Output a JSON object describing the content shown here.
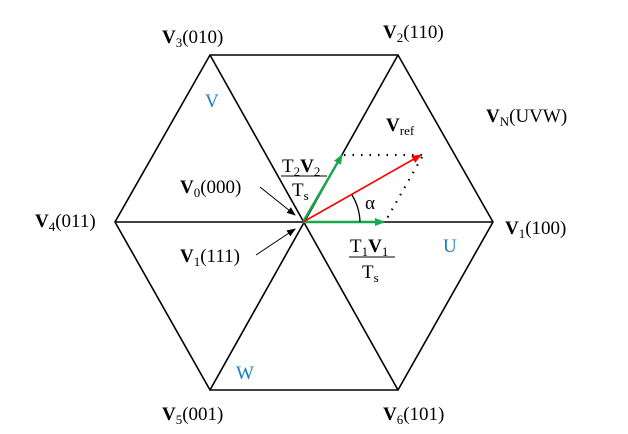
{
  "vertices": [
    {
      "v": "V",
      "sub": "1",
      "code": "(100)"
    },
    {
      "v": "V",
      "sub": "2",
      "code": "(110)"
    },
    {
      "v": "V",
      "sub": "3",
      "code": "(010)"
    },
    {
      "v": "V",
      "sub": "4",
      "code": "(011)"
    },
    {
      "v": "V",
      "sub": "5",
      "code": "(001)"
    },
    {
      "v": "V",
      "sub": "6",
      "code": "(101)"
    }
  ],
  "vn": {
    "v": "V",
    "sub": "N",
    "code": "(UVW)"
  },
  "zero": [
    {
      "v": "V",
      "sub": "0",
      "code": "(000)"
    },
    {
      "v": "V",
      "sub": "1",
      "code": "(111)"
    }
  ],
  "vref": {
    "v": "V",
    "sub": "ref"
  },
  "alpha": "α",
  "phases": {
    "u": "U",
    "v": "V",
    "w": "W"
  },
  "t1": {
    "t": "T",
    "tsub": "1",
    "v": "V",
    "vsub": "1",
    "den": "T",
    "densub": "s"
  },
  "t2": {
    "t": "T",
    "tsub": "2",
    "v": "V",
    "vsub": "2",
    "den": "T",
    "densub": "s"
  },
  "colors": {
    "green": "#16a84a",
    "red": "#ff0000",
    "blue": "#1a7acb"
  }
}
